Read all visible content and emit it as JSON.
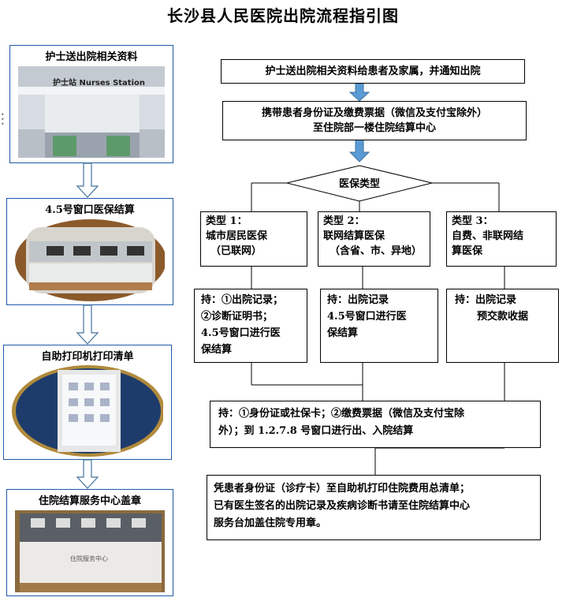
{
  "title": "长沙县人民医院出院流程指引图",
  "left_steps": [
    {
      "label": "护士送出院相关资料",
      "photo_text": "护士站 Nurses Station"
    },
    {
      "label": "4.5号窗口医保结算"
    },
    {
      "label": "自助打印机打印清单"
    },
    {
      "label": "住院结算服务中心盖章",
      "photo_text": "住院服务中心"
    }
  ],
  "flow": {
    "step1": "护士送出院相关资料给患者及家属，并通知出院",
    "step2_line1": "携带患者身份证及缴费票据（微信及支付宝除外）",
    "step2_line2": "至住院部一楼住院结算中心",
    "decision": "医保类型",
    "types": [
      {
        "head": "类型 1：",
        "line1": "城市居民医保",
        "line2": "（已联网）"
      },
      {
        "head": "类型 2：",
        "line1": "联网结算医保",
        "line2": "（含省、市、异地）"
      },
      {
        "head": "类型 3：",
        "line1": "自费、非联网结",
        "line2": "算医保"
      }
    ],
    "hold": [
      {
        "l1": "持：①出院记录；",
        "l2": "②诊断证明书；",
        "l3": "4.5号窗口进行医",
        "l4": "保结算"
      },
      {
        "l1": "持：出院记录",
        "l2": "4.5号窗口进行医",
        "l3": "保结算"
      },
      {
        "l1": "持：出院记录",
        "l2": "预交款收据"
      }
    ],
    "step_merge_l1": "持：①身份证或社保卡；②缴费票据（微信及支付宝除",
    "step_merge_l2": "外）；到 1.2.7.8 号窗口进行出、入院结算",
    "final_l1": "凭患者身份证（诊疗卡）至自助机打印住院费用总清单；",
    "final_l2": "已有医生签名的出院记录及疾病诊断书请至住院结算中心",
    "final_l3": "服务台加盖住院专用章。"
  },
  "colors": {
    "frame": "#1f5aa8",
    "arrow": "#5b9bd5",
    "arrow_stroke": "#41719c"
  }
}
